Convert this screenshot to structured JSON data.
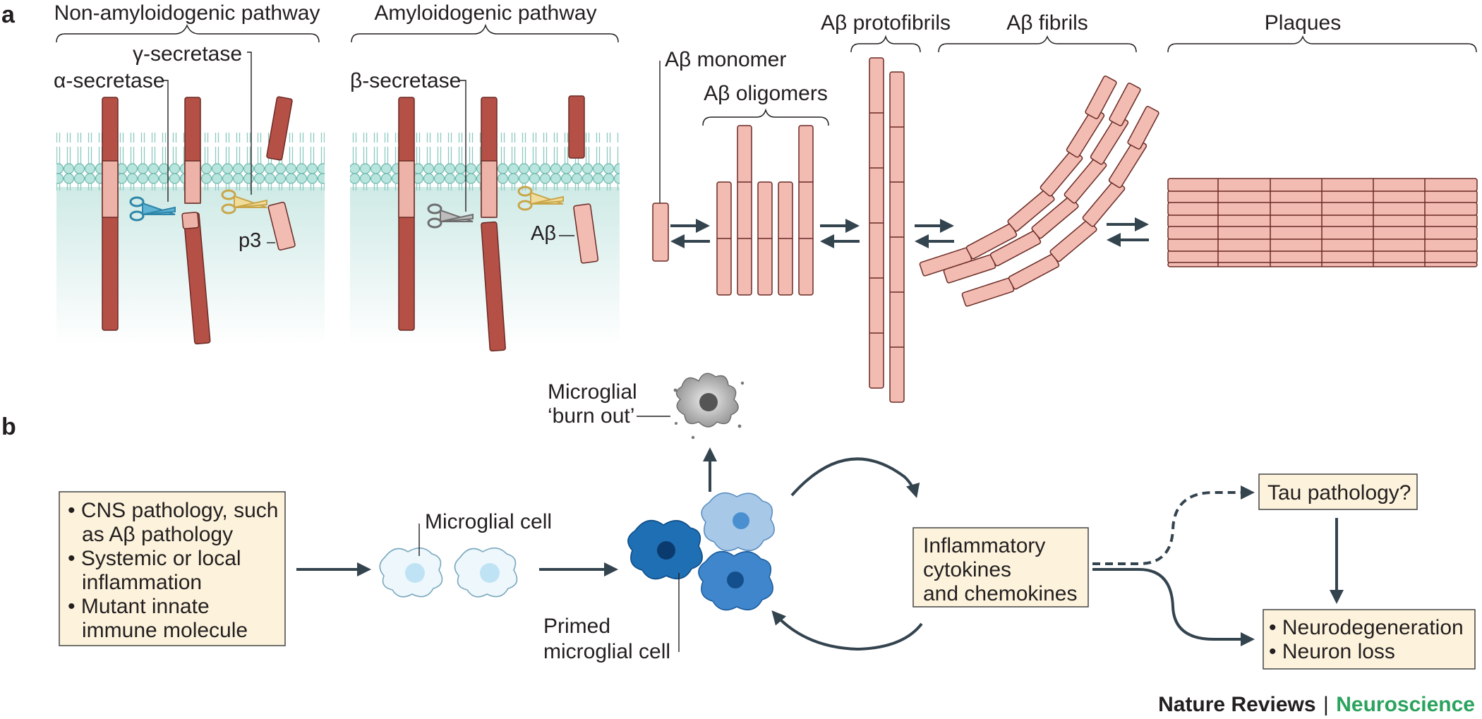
{
  "colors": {
    "accent": "#2ba35e",
    "box_fill": "#fdf3dc",
    "arrow": "#34444f",
    "app_dark": "#b55047",
    "app_light": "#edb3a8",
    "abeta": "#f2bcb3"
  },
  "panel_a": {
    "letter": "a",
    "non_amyloidogenic": "Non-amyloidogenic pathway",
    "amyloidogenic": "Amyloidogenic pathway",
    "gamma_secretase": "γ-secretase",
    "alpha_secretase": "α-secretase",
    "beta_secretase": "β-secretase",
    "p3": "p3",
    "abeta": "Aβ",
    "monomer": "Aβ monomer",
    "oligomers": "Aβ oligomers",
    "protofibrils": "Aβ protofibrils",
    "fibrils": "Aβ fibrils",
    "plaques": "Plaques"
  },
  "panel_b": {
    "letter": "b",
    "cns_box": {
      "line1": "• CNS pathology, such",
      "line2": "as Aβ pathology",
      "line3": "• Systemic or local",
      "line4": "inflammation",
      "line5": "• Mutant innate",
      "line6": "immune molecule"
    },
    "microglial_cell": "Microglial cell",
    "burnout_1": "Microglial",
    "burnout_2": "‘burn out’",
    "primed_1": "Primed",
    "primed_2": "microglial cell",
    "cytokines_1": "Inflammatory",
    "cytokines_2": "cytokines",
    "cytokines_3": "and chemokines",
    "tau": "Tau pathology?",
    "neuro_1": "• Neurodegeneration",
    "neuro_2": "• Neuron loss"
  },
  "brand": {
    "journal": "Nature Reviews",
    "separator": "|",
    "section": "Neuroscience"
  }
}
